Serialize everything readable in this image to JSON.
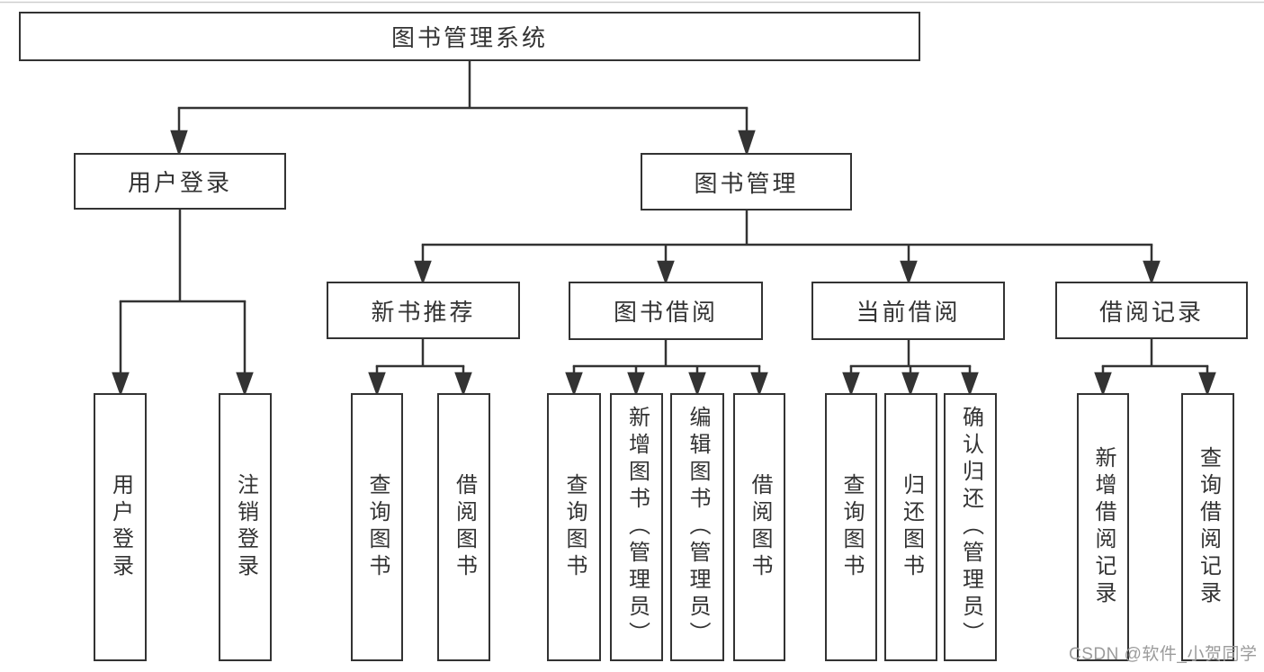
{
  "tree": {
    "label": "图书管理系统",
    "children": [
      {
        "label": "用户登录",
        "children": [
          {
            "label": "用户登录"
          },
          {
            "label": "注销登录"
          }
        ]
      },
      {
        "label": "图书管理",
        "children": [
          {
            "label": "新书推荐",
            "children": [
              {
                "label": "查询图书"
              },
              {
                "label": "借阅图书"
              }
            ]
          },
          {
            "label": "图书借阅",
            "children": [
              {
                "label": "查询图书"
              },
              {
                "label": "新增图书（管理员）"
              },
              {
                "label": "编辑图书（管理员）"
              },
              {
                "label": "借阅图书"
              }
            ]
          },
          {
            "label": "当前借阅",
            "children": [
              {
                "label": "查询图书"
              },
              {
                "label": "归还图书"
              },
              {
                "label": "确认归还（管理员）"
              }
            ]
          },
          {
            "label": "借阅记录",
            "children": [
              {
                "label": "新增借阅记录"
              },
              {
                "label": "查询借阅记录"
              }
            ]
          }
        ]
      }
    ]
  },
  "watermark": {
    "text": "CSDN @软件_小贺同学"
  },
  "colors": {
    "line": "#333333",
    "text": "#333333",
    "box_background": "#ffffff",
    "page_background": "#ffffff",
    "watermark": "#9b9b9b",
    "top_rule": "#cfcfcf"
  }
}
